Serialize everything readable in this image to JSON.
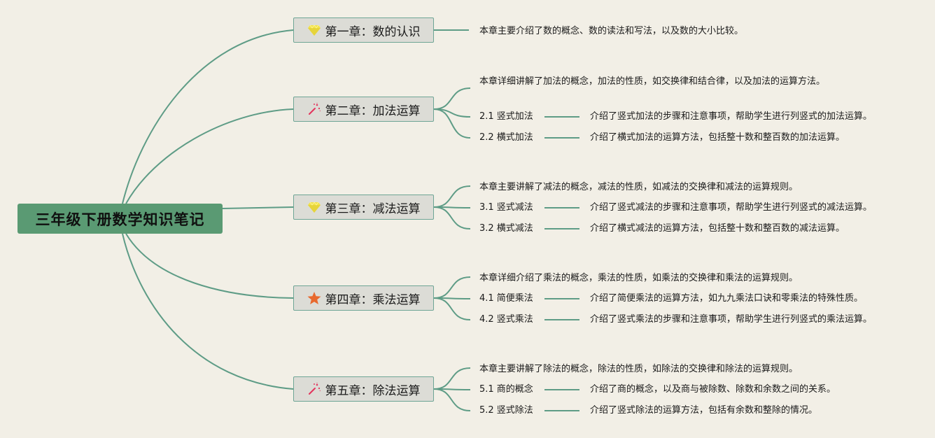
{
  "root": {
    "title": "三年级下册数学知识笔记"
  },
  "chapters": [
    {
      "title": "第一章：数的认识",
      "icon": "gem-icon",
      "summary": "本章主要介绍了数的概念、数的读法和写法，以及数的大小比较。",
      "sections": []
    },
    {
      "title": "第二章：加法运算",
      "icon": "sparkle-wand-icon",
      "summary": "本章详细讲解了加法的概念，加法的性质，如交换律和结合律，以及加法的运算方法。",
      "sections": [
        {
          "label": "2.1 竖式加法",
          "desc": "介绍了竖式加法的步骤和注意事项，帮助学生进行列竖式的加法运算。"
        },
        {
          "label": "2.2 横式加法",
          "desc": "介绍了横式加法的运算方法，包括整十数和整百数的加法运算。"
        }
      ]
    },
    {
      "title": "第三章：减法运算",
      "icon": "gem-icon",
      "summary": "本章主要讲解了减法的概念，减法的性质，如减法的交换律和减法的运算规则。",
      "sections": [
        {
          "label": "3.1 竖式减法",
          "desc": "介绍了竖式减法的步骤和注意事项，帮助学生进行列竖式的减法运算。"
        },
        {
          "label": "3.2 横式减法",
          "desc": "介绍了横式减法的运算方法，包括整十数和整百数的减法运算。"
        }
      ]
    },
    {
      "title": "第四章：乘法运算",
      "icon": "star-icon",
      "summary": "本章详细介绍了乘法的概念，乘法的性质，如乘法的交换律和乘法的运算规则。",
      "sections": [
        {
          "label": "4.1 简便乘法",
          "desc": "介绍了简便乘法的运算方法，如九九乘法口诀和零乘法的特殊性质。"
        },
        {
          "label": "4.2 竖式乘法",
          "desc": "介绍了竖式乘法的步骤和注意事项，帮助学生进行列竖式的乘法运算。"
        }
      ]
    },
    {
      "title": "第五章：除法运算",
      "icon": "sparkle-wand-icon",
      "summary": "本章主要讲解了除法的概念，除法的性质，如除法的交换律和除法的运算规则。",
      "sections": [
        {
          "label": "5.1 商的概念",
          "desc": "介绍了商的概念，以及商与被除数、除数和余数之间的关系。"
        },
        {
          "label": "5.2 竖式除法",
          "desc": "介绍了竖式除法的运算方法，包括有余数和整除的情况。"
        }
      ]
    }
  ],
  "colors": {
    "background": "#f2efe6",
    "root_fill": "#5a9a73",
    "line": "#5e9c86",
    "chapter_fill": "#dcdcd6",
    "gem": "#f2e34a",
    "star": "#e8692e",
    "sparkle": "#e3355d"
  }
}
